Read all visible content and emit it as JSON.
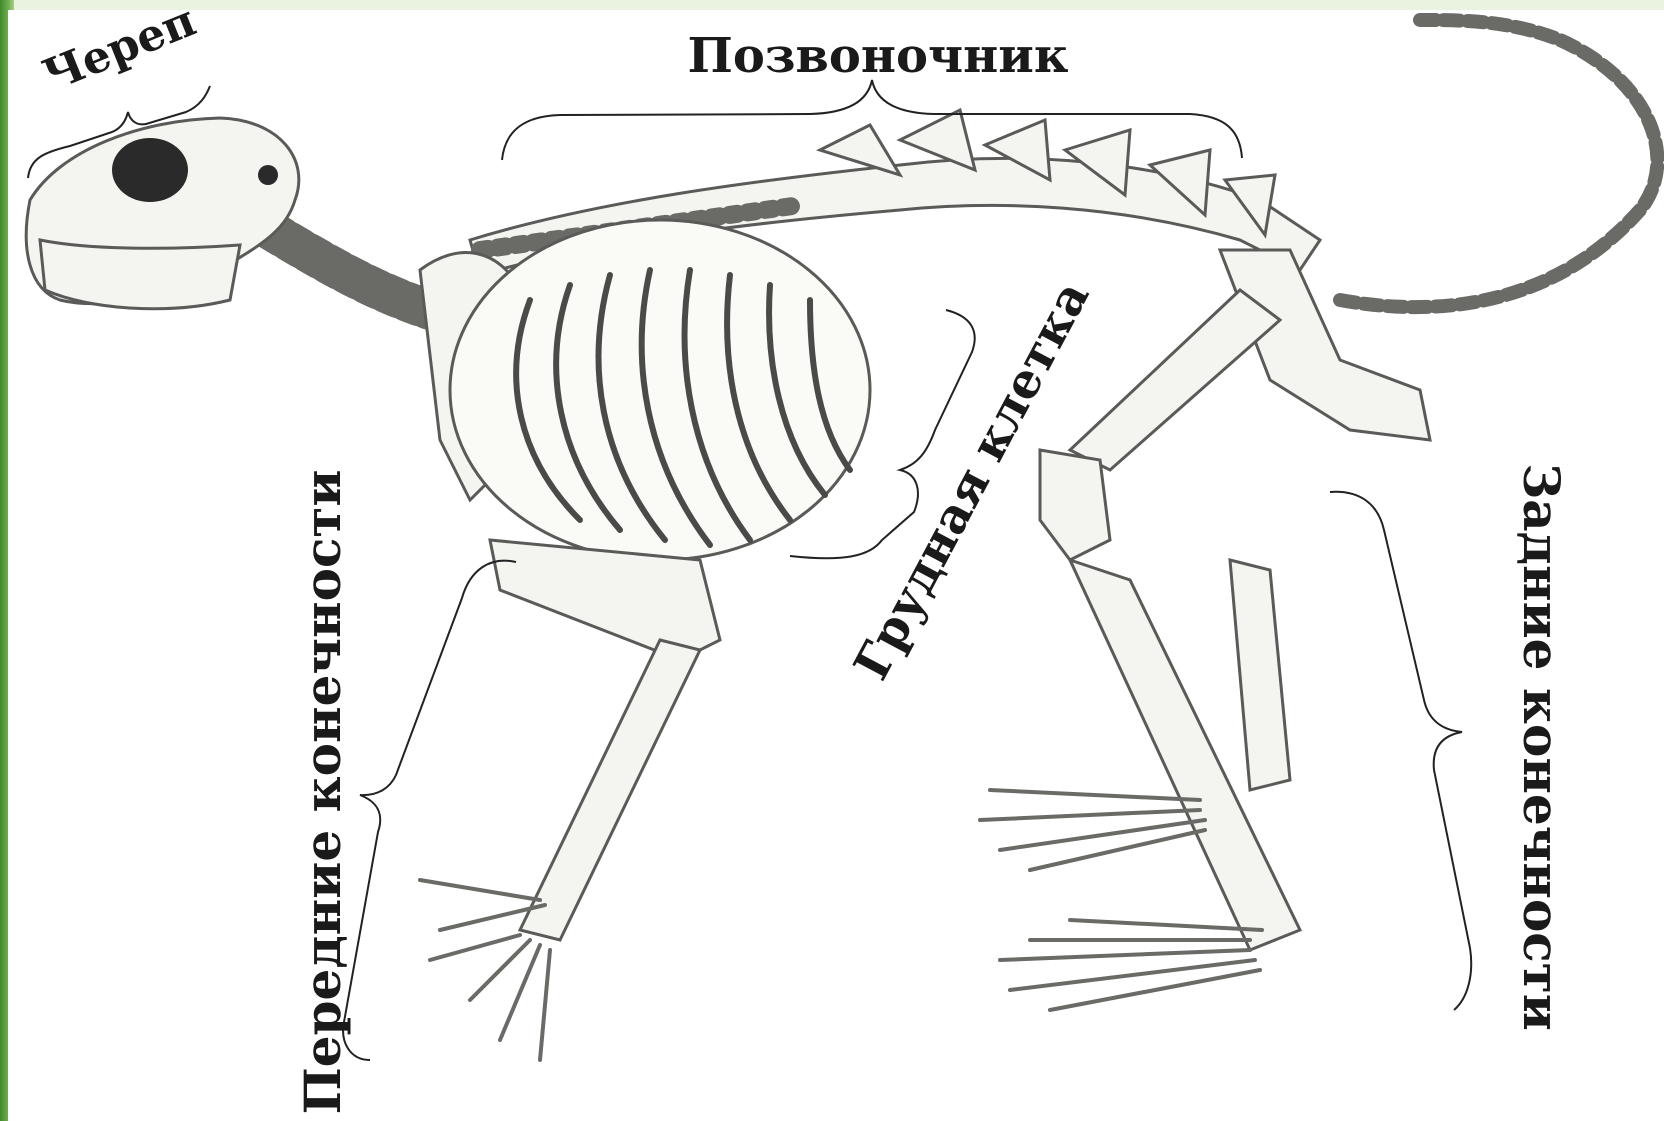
{
  "labels": {
    "skull": "Череп",
    "spine": "Позвоночник",
    "ribcage": "Грудная клетка",
    "forelimbs": "Передние конечности",
    "hindlimbs": "Задние конечности"
  },
  "colors": {
    "slide_background": "#d4e6bf",
    "accent_strip": "#4f9a36",
    "label_text": "#1a1a1a",
    "bone_outline": "#5a5a58"
  }
}
